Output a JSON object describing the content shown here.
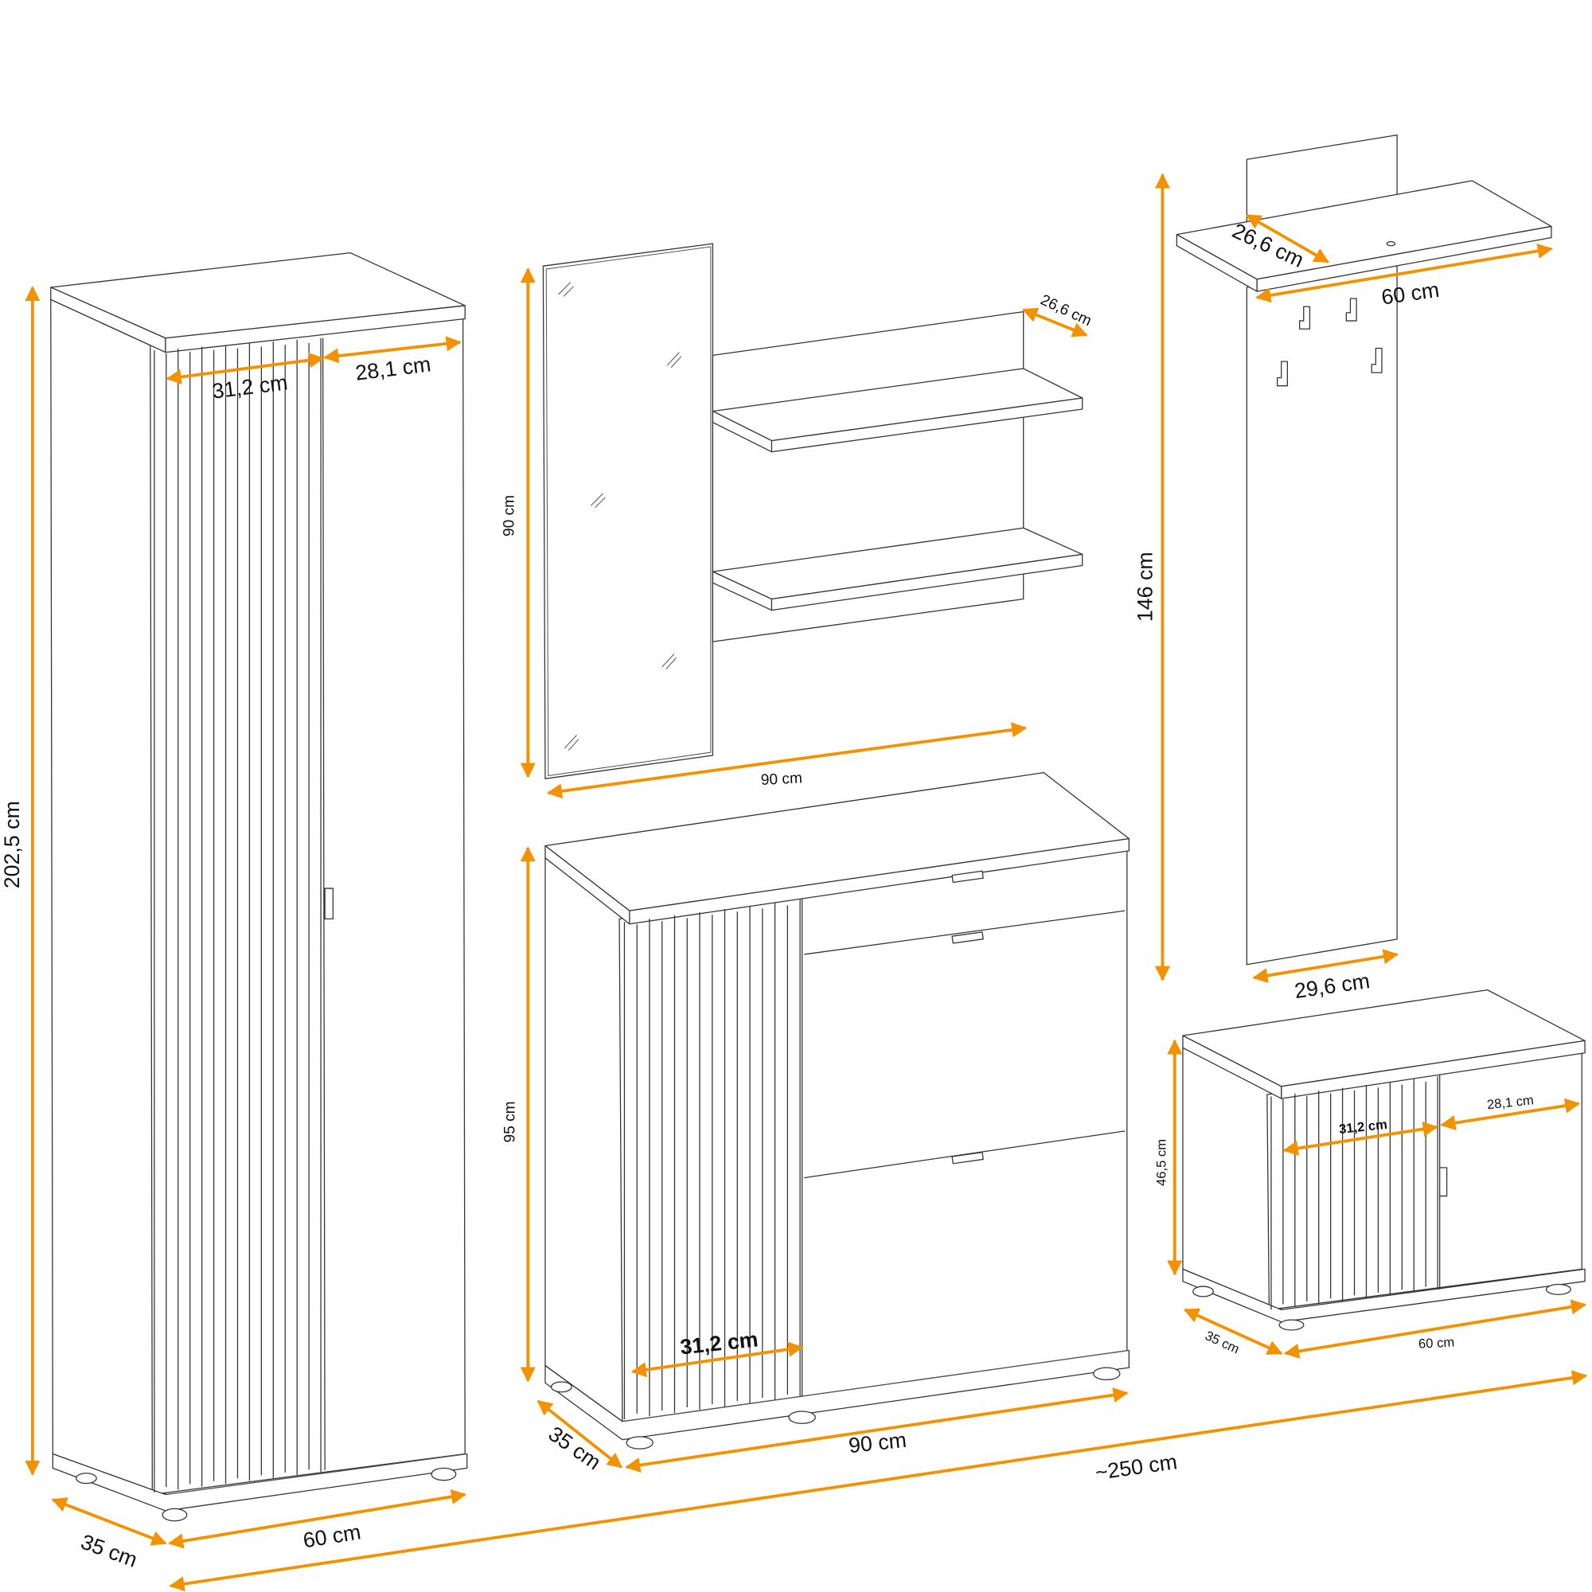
{
  "colors": {
    "dimension_arrow": "#F39200",
    "outline": "#333333",
    "text": "#111111"
  },
  "wardrobe": {
    "height": "202,5 cm",
    "depth": "35 cm",
    "width": "60 cm",
    "fluted_door_width": "31,2 cm",
    "plain_door_width": "28,1 cm"
  },
  "mirror": {
    "height": "90 cm"
  },
  "wall_shelf": {
    "depth": "26,6 cm"
  },
  "mirror_shelf_combo": {
    "width": "90 cm"
  },
  "shoe_cabinet": {
    "height": "95 cm",
    "depth": "35 cm",
    "width": "90 cm",
    "fluted_door_width": "31,2 cm"
  },
  "coat_rack": {
    "height": "146 cm",
    "shelf_depth": "26,6 cm",
    "shelf_width": "60 cm",
    "panel_width": "29,6 cm"
  },
  "bench": {
    "height": "46,5 cm",
    "depth": "35 cm",
    "width": "60 cm",
    "fluted_door_width": "31,2 cm",
    "plain_door_width": "28,1 cm"
  },
  "total": {
    "width": "~250 cm"
  }
}
